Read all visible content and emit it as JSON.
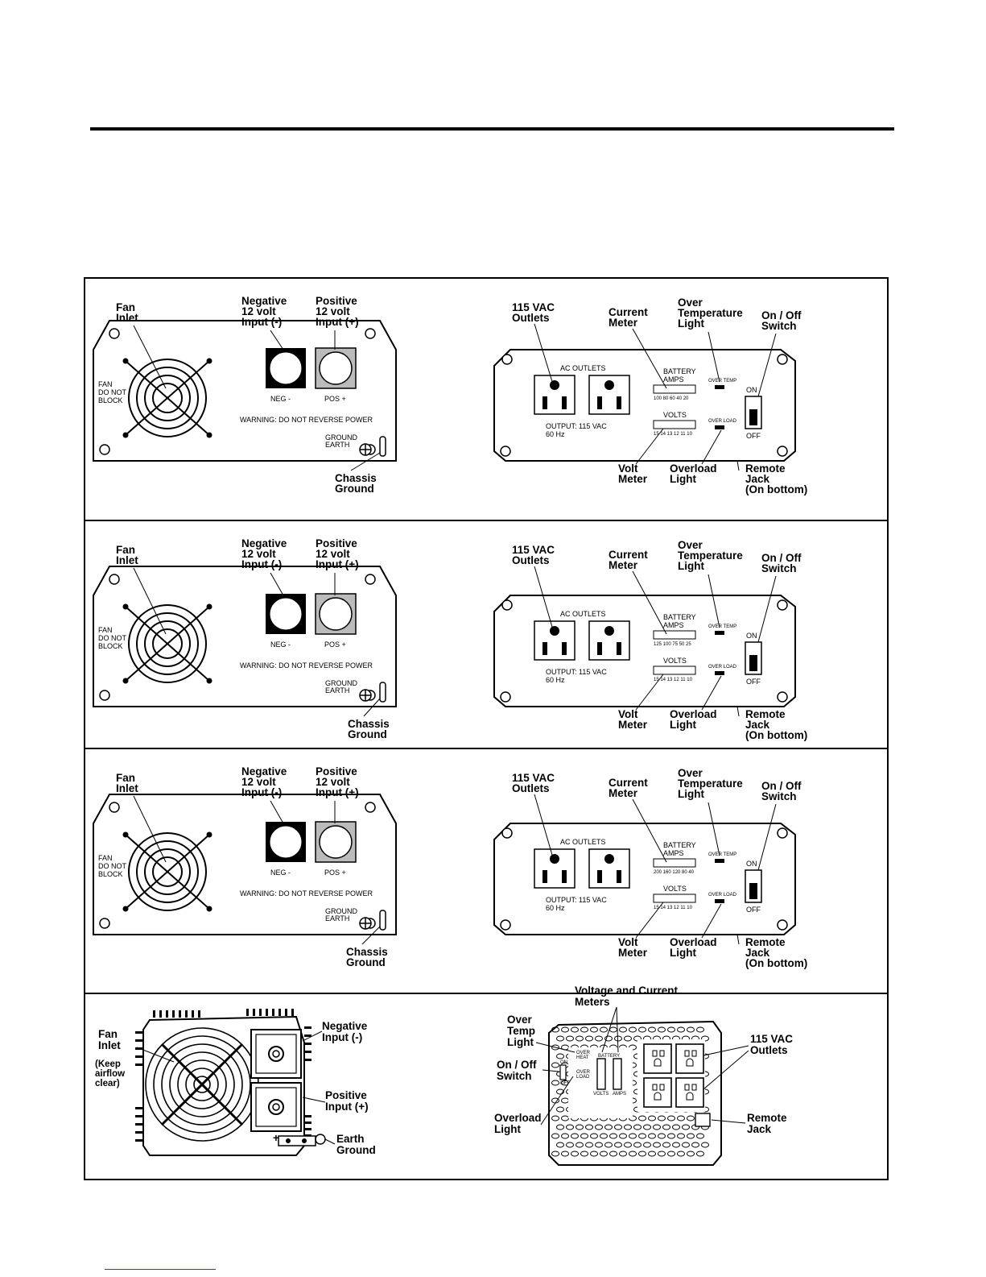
{
  "labels": {
    "fan_inlet": [
      "Fan",
      "Inlet"
    ],
    "negative_input": [
      "Negative",
      "12 volt",
      "Input (-)"
    ],
    "positive_input": [
      "Positive",
      "12 volt",
      "Input (+)"
    ],
    "fan_do_not_block": [
      "FAN",
      "DO NOT",
      "BLOCK"
    ],
    "neg": "NEG -",
    "pos": "POS +",
    "warning": "WARNING: DO NOT REVERSE POWER",
    "ground_earth": [
      "GROUND",
      "EARTH"
    ],
    "chassis_ground": [
      "Chassis",
      "Ground"
    ],
    "vac_outlets": [
      "115 VAC",
      "Outlets"
    ],
    "current_meter": [
      "Current",
      "Meter"
    ],
    "over_temperature_light": [
      "Over",
      "Temperature",
      "Light"
    ],
    "on_off_switch": [
      "On / Off",
      "Switch"
    ],
    "ac_outlets": "AC OUTLETS",
    "battery_amps": [
      "BATTERY",
      "AMPS"
    ],
    "over_temp": "OVER TEMP",
    "over_load": "OVER LOAD",
    "on": "ON",
    "off": "OFF",
    "volts": "VOLTS",
    "volt_scale": "15 14 13 12 11 10",
    "output": [
      "OUTPUT: 115 VAC",
      "60 Hz"
    ],
    "volt_meter": [
      "Volt",
      "Meter"
    ],
    "overload_light": [
      "Overload",
      "Light"
    ],
    "remote_jack_bottom": [
      "Remote",
      "Jack",
      "(On bottom)"
    ],
    "amps_scales": [
      "100 80 60 40 20",
      "125 100 75 50 25",
      "200 160 120 80 40"
    ],
    "p4_fan_inlet": [
      "Fan",
      "Inlet"
    ],
    "p4_keep_airflow": [
      "(Keep",
      "airflow",
      "clear)"
    ],
    "p4_negative_input": [
      "Negative",
      "Input (-)"
    ],
    "p4_positive_input": [
      "Positive",
      "Input (+)"
    ],
    "p4_earth_ground": [
      "Earth",
      "Ground"
    ],
    "p4_plus": "+",
    "p4_meters": [
      "Voltage and Current",
      "Meters"
    ],
    "p4_over_temp_light": [
      "Over",
      "Temp",
      "Light"
    ],
    "p4_on_off_switch": [
      "On / Off",
      "Switch"
    ],
    "p4_overload_light": [
      "Overload",
      "Light"
    ],
    "p4_vac_outlets": [
      "115 VAC",
      "Outlets"
    ],
    "p4_remote_jack": [
      "Remote",
      "Jack"
    ],
    "p4_over_heat": [
      "OVER",
      "HEAT"
    ],
    "p4_over_load": [
      "OVER",
      "LOAD"
    ],
    "p4_battery": "BATTERY",
    "p4_volts": "VOLTS",
    "p4_amps": "AMPS",
    "p4_on": "ON",
    "p4_off": "OFF"
  }
}
